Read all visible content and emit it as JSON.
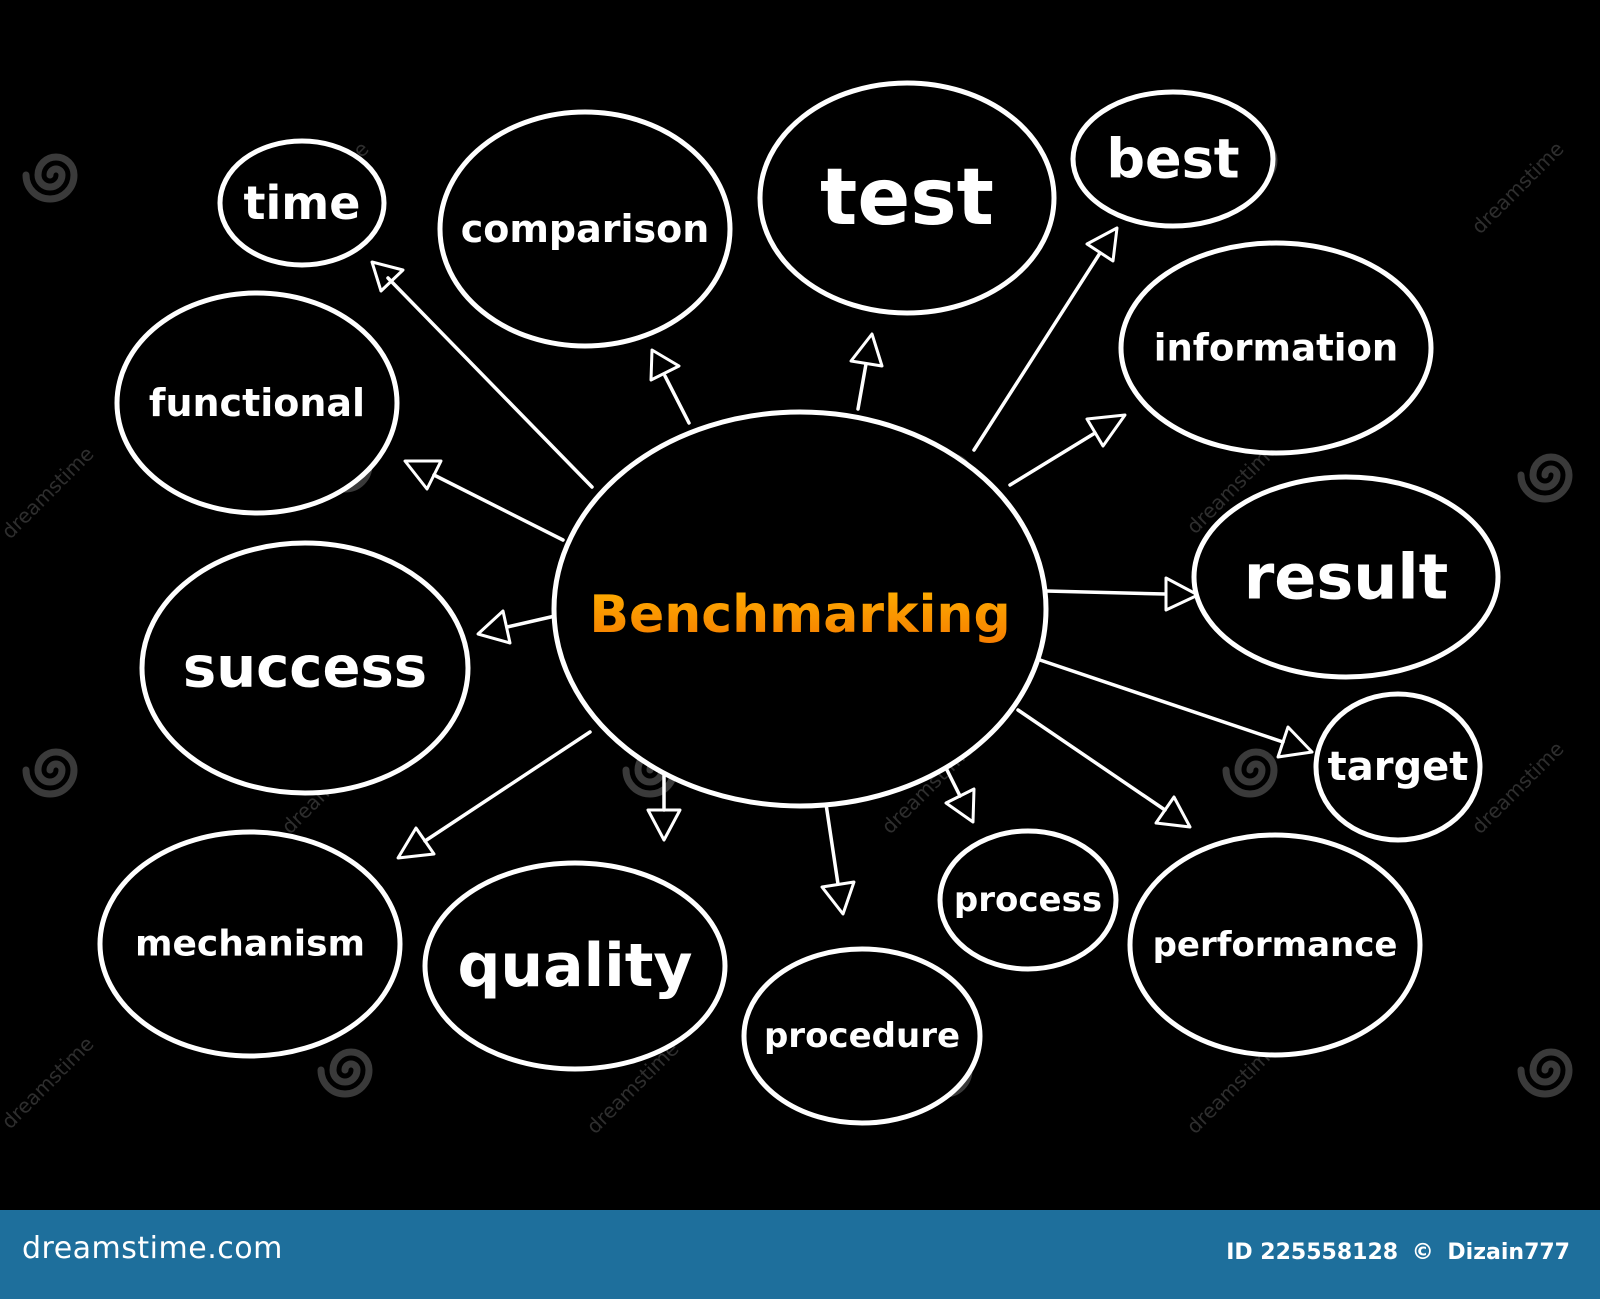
{
  "diagram": {
    "center": {
      "label": "Benchmarking"
    },
    "nodes": [
      {
        "id": "time",
        "label": "time"
      },
      {
        "id": "comparison",
        "label": "comparison"
      },
      {
        "id": "test",
        "label": "test"
      },
      {
        "id": "best",
        "label": "best"
      },
      {
        "id": "information",
        "label": "information"
      },
      {
        "id": "result",
        "label": "result"
      },
      {
        "id": "target",
        "label": "target"
      },
      {
        "id": "performance",
        "label": "performance"
      },
      {
        "id": "process",
        "label": "process"
      },
      {
        "id": "procedure",
        "label": "procedure"
      },
      {
        "id": "quality",
        "label": "quality"
      },
      {
        "id": "mechanism",
        "label": "mechanism"
      },
      {
        "id": "success",
        "label": "success"
      },
      {
        "id": "functional",
        "label": "functional"
      }
    ]
  },
  "watermark": {
    "text": "dreamstime"
  },
  "footer": {
    "logo": "dreamstime.com",
    "id_text": "ID 225558128",
    "copyright_symbol": "©",
    "author": "Dizain777"
  },
  "colors": {
    "background": "#000000",
    "ink": "#ffffff",
    "center_gradient_top": "#ffb000",
    "center_gradient_bottom": "#f57c00",
    "footer_bar": "#1e6f9c"
  }
}
